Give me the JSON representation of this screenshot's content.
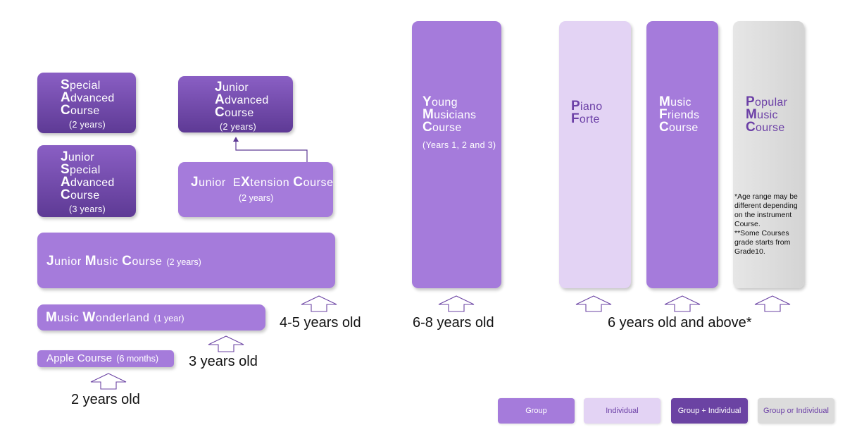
{
  "boxes": {
    "sac": {
      "l1b": "S",
      "l1r": "pecial",
      "l2b": "A",
      "l2r": "dvanced",
      "l3b": "C",
      "l3r": "ourse",
      "sub": "(2 years)"
    },
    "jsac": {
      "l1b": "J",
      "l1r": "unior",
      "l2b": "S",
      "l2r": "pecial",
      "l3b": "A",
      "l3r": "dvanced",
      "l4b": "C",
      "l4r": "ourse",
      "sub": "(3 years)"
    },
    "jac": {
      "l1b": "J",
      "l1r": "unior",
      "l2b": "A",
      "l2r": "dvanced",
      "l3b": "C",
      "l3r": "ourse",
      "sub": "(2 years)"
    },
    "jxc": {
      "t1b": "J",
      "t1r": "unior  E",
      "t2b": "X",
      "t2r": "tension ",
      "t3b": "C",
      "t3r": "ourse",
      "sub": "(2 years)"
    },
    "jmc": {
      "t1b": "J",
      "t1r": "unior ",
      "t2b": "M",
      "t2r": "usic ",
      "t3b": "C",
      "t3r": "ourse",
      "sub": "(2 years)"
    },
    "mw": {
      "t1b": "M",
      "t1r": "usic ",
      "t2b": "W",
      "t2r": "onderland",
      "sub": "(1 year)"
    },
    "apple": {
      "text": "Apple Course",
      "sub": "(6 months)"
    },
    "ymc": {
      "l1b": "Y",
      "l1r": "oung",
      "l2b": "M",
      "l2r": "usicians",
      "l3b": "C",
      "l3r": "ourse",
      "sub": "(Years 1, 2 and 3)"
    },
    "pf": {
      "l1b": "P",
      "l1r": "iano",
      "l2b": "F",
      "l2r": "orte"
    },
    "mfc": {
      "l1b": "M",
      "l1r": "usic",
      "l2b": "F",
      "l2r": "riends",
      "l3b": "C",
      "l3r": "ourse"
    },
    "pmc": {
      "l1b": "P",
      "l1r": "opular",
      "l2b": "M",
      "l2r": "usic",
      "l3b": "C",
      "l3r": "ourse",
      "notes": [
        "*Age range may be",
        "different depending",
        "on the instrument",
        "Course.",
        "**Some Courses",
        "grade starts from",
        "Grade10."
      ]
    }
  },
  "ages": {
    "two": "2 years old",
    "three": "3 years old",
    "four_five": "4-5 years old",
    "six_eight": "6-8 years old",
    "six_above": "6 years old and above*"
  },
  "legend": {
    "group": "Group",
    "individual": "Individual",
    "group_individual": "Group + Individual",
    "group_or_individual": "Group or Individual"
  },
  "colors": {
    "group": "#a57bdb",
    "individual": "#e3d3f4",
    "group_individual": "#6b43a3",
    "group_or_individual": "#dcdcdc",
    "text_purple": "#6b3fa6"
  }
}
